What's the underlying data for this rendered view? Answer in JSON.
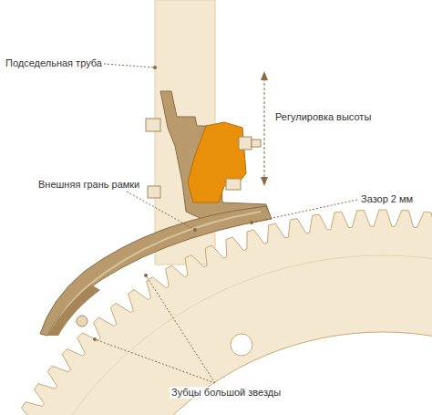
{
  "diagram": {
    "labels": [
      "Подседельная труба",
      "Регулировка высоты",
      "Внешняя грань рамки",
      "Зазор 2 мм",
      "Зубцы большой звезды"
    ]
  }
}
